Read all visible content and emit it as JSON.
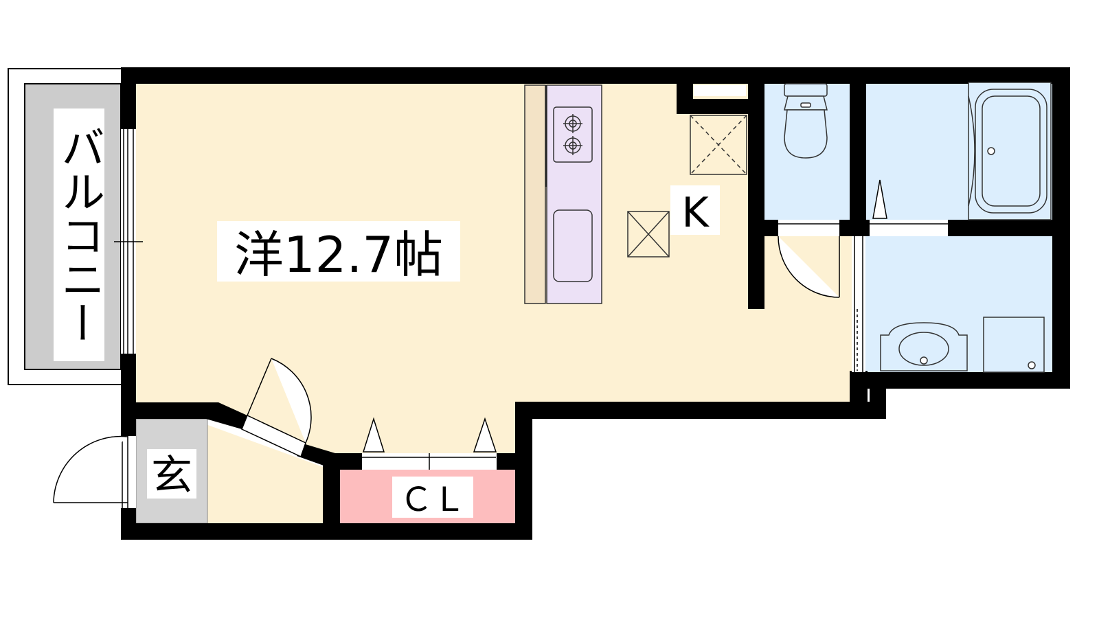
{
  "rooms": {
    "western_room": "洋12.7帖",
    "kitchen": "K",
    "closet": "ＣＬ",
    "entrance": "玄",
    "balcony": "バルコニー"
  },
  "colors": {
    "wall": "#000000",
    "living_floor": "#fdf1d3",
    "wet_area": "#dceefd",
    "closet": "#fdbdbe",
    "entrance_floor": "#d3d3d3",
    "balcony_floor": "#cccccc",
    "kitchen_counter": "#ece1f6",
    "kitchen_side": "#f3e3c6",
    "fixture_line": "#333333"
  }
}
